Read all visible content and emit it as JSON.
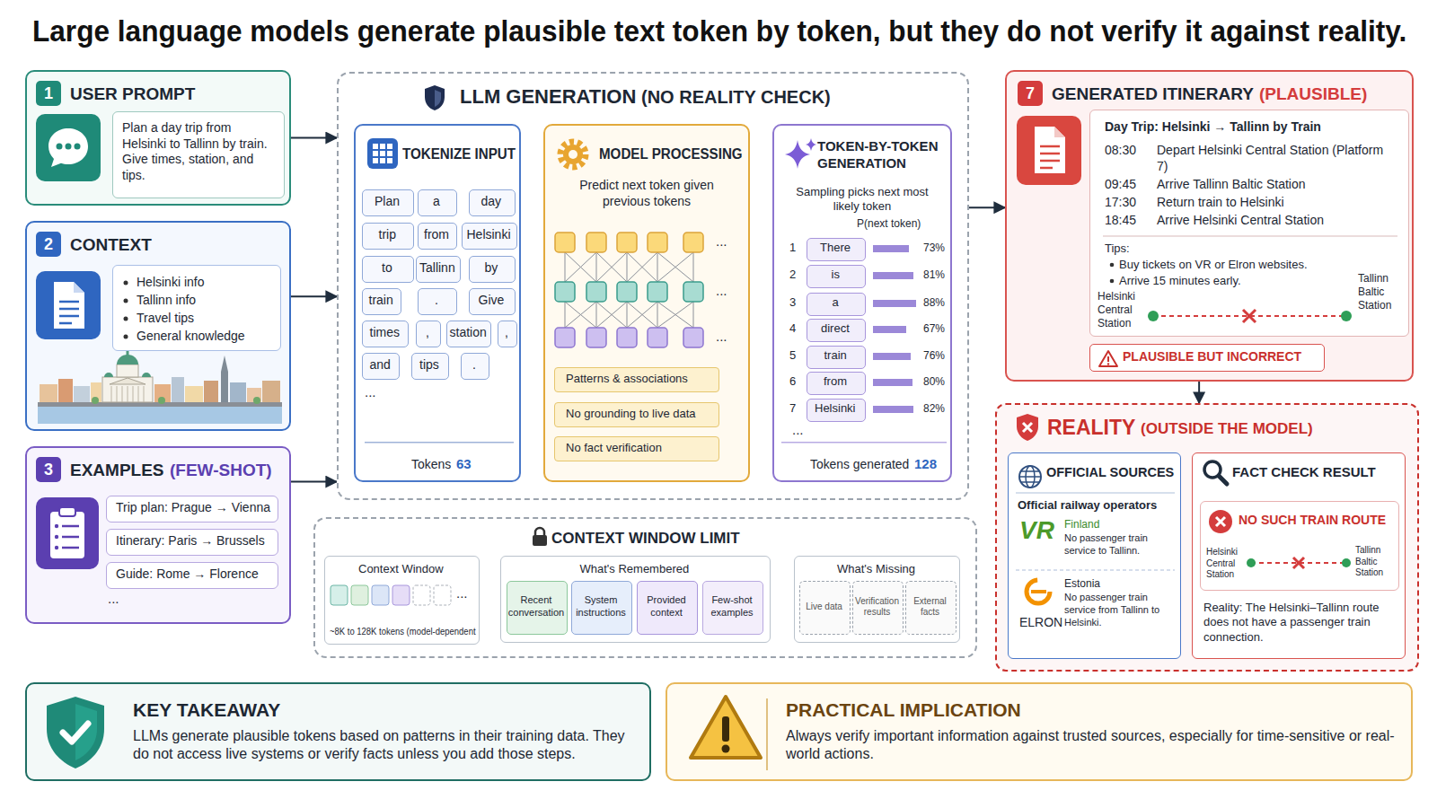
{
  "diagram": {
    "title": "Large language models generate plausible text token by token, but they do not verify it against reality.",
    "nodes": [
      {
        "text": [
          "1",
          "USER PROMPT"
        ]
      },
      {
        "text": [
          "Plan a day trip from Helsinki to Tallinn by train. Give times, station, and tips."
        ],
        "in": 0
      },
      {
        "text": [
          "2",
          "CONTEXT"
        ]
      },
      {
        "text": [
          "Helsinki info",
          "Tallinn info",
          "Travel tips",
          "General knowledge"
        ],
        "in": 2
      },
      {
        "text": [
          "3",
          "EXAMPLES",
          "(FEW-SHOT)"
        ]
      },
      {
        "text": [
          "Trip plan: Prague → Vienna"
        ],
        "in": 4
      },
      {
        "text": [
          "Itinerary: Paris → Brussels"
        ],
        "in": 4
      },
      {
        "text": [
          "Guide: Rome → Florence"
        ],
        "in": 4
      },
      {
        "text": [
          "LLM GENERATION",
          "(NO REALITY CHECK)"
        ]
      },
      {
        "text": [
          "TOKENIZE INPUT",
          "Tokens",
          "63"
        ],
        "in": 8
      },
      {
        "text": [
          "Plan"
        ],
        "in": 9
      },
      {
        "text": [
          "a"
        ],
        "in": 9
      },
      {
        "text": [
          "day"
        ],
        "in": 9
      },
      {
        "text": [
          "trip"
        ],
        "in": 9
      },
      {
        "text": [
          "from"
        ],
        "in": 9
      },
      {
        "text": [
          "Helsinki"
        ],
        "in": 9
      },
      {
        "text": [
          "to"
        ],
        "in": 9
      },
      {
        "text": [
          "Tallinn"
        ],
        "in": 9
      },
      {
        "text": [
          "by"
        ],
        "in": 9
      },
      {
        "text": [
          "train"
        ],
        "in": 9
      },
      {
        "text": [
          "."
        ],
        "in": 9
      },
      {
        "text": [
          "Give"
        ],
        "in": 9
      },
      {
        "text": [
          "times"
        ],
        "in": 9
      },
      {
        "text": [
          ","
        ],
        "in": 9
      },
      {
        "text": [
          "station"
        ],
        "in": 9
      },
      {
        "text": [
          ","
        ],
        "in": 9
      },
      {
        "text": [
          "and"
        ],
        "in": 9
      },
      {
        "text": [
          "tips"
        ],
        "in": 9
      },
      {
        "text": [
          "."
        ],
        "in": 9
      },
      {
        "text": [
          "MODEL PROCESSING",
          "Predict next token given previous tokens"
        ],
        "in": 8
      },
      {
        "text": [
          "Patterns & associations"
        ],
        "in": 29
      },
      {
        "text": [
          "No grounding to live data"
        ],
        "in": 29
      },
      {
        "text": [
          "No fact verification"
        ],
        "in": 29
      },
      {
        "text": [
          "TOKEN-BY-TOKEN GENERATION",
          "Sampling picks next most likely token",
          "P(next token)",
          "Tokens generated",
          "128"
        ],
        "in": 8
      },
      {
        "text": [
          "There"
        ],
        "in": 33
      },
      {
        "text": [
          "is"
        ],
        "in": 33
      },
      {
        "text": [
          "a"
        ],
        "in": 33
      },
      {
        "text": [
          "direct"
        ],
        "in": 33
      },
      {
        "text": [
          "train"
        ],
        "in": 33
      },
      {
        "text": [
          "from"
        ],
        "in": 33
      },
      {
        "text": [
          "Helsinki"
        ],
        "in": 33
      },
      {
        "text": [
          "CONTEXT WINDOW LIMIT"
        ]
      },
      {
        "text": [
          "Context Window",
          "~8K to 128K tokens (model-dependent"
        ],
        "in": 41
      },
      {
        "text": [
          "What's Remembered"
        ],
        "in": 41
      },
      {
        "text": [
          "Recent conversation"
        ],
        "in": 43
      },
      {
        "text": [
          "System instructions"
        ],
        "in": 43
      },
      {
        "text": [
          "Provided context"
        ],
        "in": 43
      },
      {
        "text": [
          "Few-shot examples"
        ],
        "in": 43
      },
      {
        "text": [
          "What's Missing"
        ],
        "in": 41
      },
      {
        "text": [
          "Live data"
        ],
        "in": 48
      },
      {
        "text": [
          "Verification results"
        ],
        "in": 48
      },
      {
        "text": [
          "External facts"
        ],
        "in": 48
      },
      {
        "text": [
          "7",
          "GENERATED ITINERARY",
          "(PLAUSIBLE)"
        ]
      },
      {
        "text": [
          "Day Trip: Helsinki → Tallinn by Train",
          "08:30",
          "Depart Helsinki Central Station (Platform 7)",
          "09:45",
          "Arrive Tallinn Baltic Station",
          "17:30",
          "Return train to Helsinki",
          "18:45",
          "Arrive Helsinki Central Station",
          "Tips:",
          "Buy tickets on VR or Elron websites.",
          "Arrive 15 minutes early.",
          "Helsinki Central Station",
          "Tallinn Baltic Station"
        ],
        "in": 52
      },
      {
        "text": [
          "PLAUSIBLE BUT INCORRECT"
        ],
        "in": 52
      },
      {
        "text": [
          "REALITY",
          "(OUTSIDE THE MODEL)"
        ]
      },
      {
        "text": [
          "OFFICIAL SOURCES",
          "Official railway operators",
          "VR",
          "Finland",
          "No passenger train service to Tallinn.",
          "ELRON",
          "Estonia",
          "No passenger train service from Tallinn to Helsinki."
        ],
        "in": 55
      },
      {
        "text": [
          "FACT CHECK RESULT",
          "Reality: The Helsinki–Tallinn route does not have a passenger train connection."
        ],
        "in": 55
      },
      {
        "text": [
          "NO SUCH TRAIN ROUTE",
          "Helsinki Central Station",
          "Tallinn Baltic Station"
        ],
        "in": 57
      },
      {
        "text": [
          "KEY TAKEAWAY",
          "LLMs generate plausible tokens based on patterns in their training data. They do not access live systems or verify facts unless you add those steps."
        ]
      },
      {
        "text": [
          "PRACTICAL IMPLICATION",
          "Always verify important information against trusted sources, especially for time-sensitive or real-world actions."
        ]
      }
    ],
    "edges": [
      {
        "from": 0,
        "to": 8,
        "arrow": "to"
      },
      {
        "from": 2,
        "to": 8,
        "arrow": "to"
      },
      {
        "from": 4,
        "to": 8,
        "arrow": "to"
      },
      {
        "from": 9,
        "to": 29,
        "arrow": "to"
      },
      {
        "from": 29,
        "to": 33,
        "arrow": "to"
      },
      {
        "from": 8,
        "to": 52,
        "arrow": "to"
      },
      {
        "from": 52,
        "to": 55,
        "arrow": "to"
      },
      {
        "from": 43,
        "to": 48,
        "arrow": "to"
      }
    ],
    "labels": [
      "...",
      "...",
      "...",
      "...",
      "...",
      "1",
      "2",
      "3",
      "4",
      "5",
      "6",
      "7",
      "73%",
      "81%",
      "88%",
      "67%",
      "76%",
      "80%",
      "82%",
      "...",
      "..."
    ]
  }
}
